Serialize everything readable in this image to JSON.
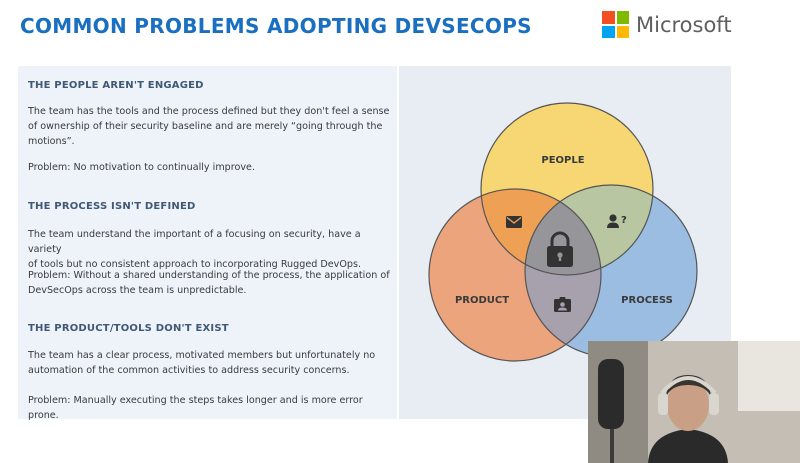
{
  "slide": {
    "title": "COMMON PROBLEMS ADOPTING DEVSECOPS",
    "brand": {
      "name": "Microsoft",
      "logo_colors": [
        "#f25022",
        "#7fba00",
        "#00a4ef",
        "#ffb900"
      ]
    },
    "sections": [
      {
        "heading": "THE PEOPLE AREN'T ENGAGED",
        "body_lines": [
          "The team has the tools and the process defined but they don't feel a sense",
          "of ownership of their security baseline and are merely “going through the",
          "motions”."
        ],
        "problem": "Problem: No motivation to continually improve."
      },
      {
        "heading": "THE PROCESS ISN'T DEFINED",
        "body_lines": [
          "The team understand the important of a focusing on security, have a variety",
          "of tools but no consistent approach to incorporating Rugged DevOps."
        ],
        "problem_lines": [
          "Problem: Without a shared understanding of the process, the application of",
          "DevSecOps across the team is unpredictable."
        ]
      },
      {
        "heading": "THE PRODUCT/TOOLS DON'T EXIST",
        "body_lines": [
          "The team has a clear process, motivated members but unfortunately no",
          "automation of the common activities to address security concerns."
        ],
        "problem": "Problem: Manually executing the steps takes longer and is more error prone."
      }
    ],
    "venn": {
      "people_label": "PEOPLE",
      "product_label": "PRODUCT",
      "process_label": "PROCESS",
      "colors": {
        "people": "#f7d774",
        "product": "#eba47b",
        "process": "#9cbde2",
        "people_product": "#eea155",
        "people_process": "#b8c6a2",
        "product_process": "#a7a0ad",
        "center": "#96969a",
        "outline": "#555555",
        "icon": "#333333"
      },
      "icons": {
        "people_product": "envelope-icon",
        "people_process": "person-question-icon",
        "product_process": "id-card-icon",
        "center": "lock-icon"
      }
    }
  }
}
